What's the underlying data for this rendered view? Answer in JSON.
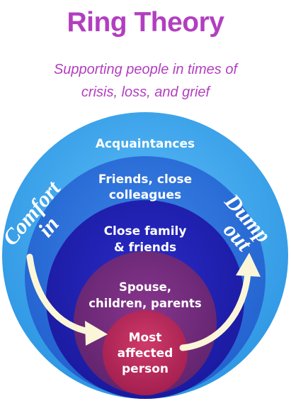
{
  "title": "Ring Theory",
  "subtitle": [
    "Supporting people in times of",
    "crisis, loss, and grief"
  ],
  "rings": [
    {
      "label": [
        "Acquaintances"
      ],
      "color": "#3ea7ec"
    },
    {
      "label": [
        "Friends, close",
        "colleagues"
      ],
      "color": "#2773dc"
    },
    {
      "label": [
        "Close family",
        "& friends"
      ],
      "color": "#1e1fb4"
    },
    {
      "label": [
        "Spouse,",
        "children, parents"
      ],
      "color": "#742b7d"
    },
    {
      "label": [
        "Most",
        "affected",
        "person"
      ],
      "color": "#bd2a5e"
    }
  ],
  "arrows": {
    "left": {
      "label": [
        "Comfort",
        "in"
      ]
    },
    "right": {
      "label": [
        "Dump",
        "out"
      ]
    },
    "color": "#fbf6d8"
  }
}
